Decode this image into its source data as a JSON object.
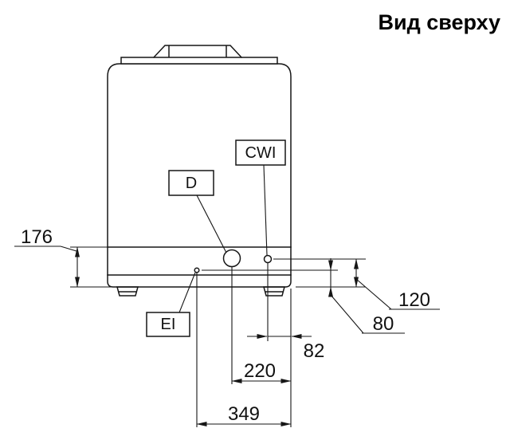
{
  "title": "Вид сверху",
  "drawing": {
    "labels": {
      "cwi": "CWI",
      "d": "D",
      "ei": "EI"
    },
    "dimensions": {
      "height_seam": "176",
      "height_cwi": "120",
      "height_ei": "80",
      "offset_cwi": "82",
      "offset_d": "220",
      "offset_ei": "349"
    },
    "line_color": "#161616",
    "background": "#ffffff"
  }
}
